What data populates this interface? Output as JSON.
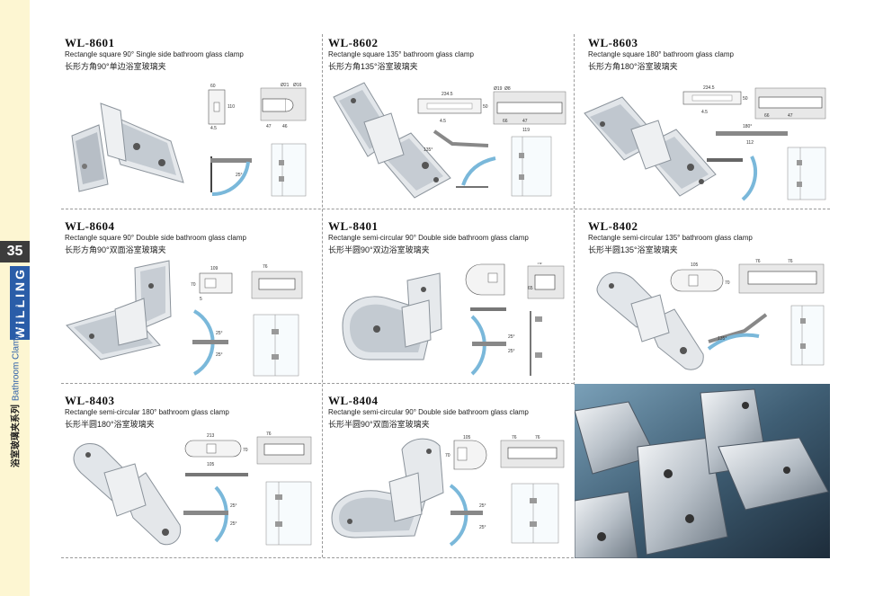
{
  "page_number": "35",
  "brand": "WILLING",
  "series_cn": "浴室玻璃夹系列",
  "series_en": "Bathroom Clamp Series",
  "products": [
    {
      "code": "WL-8601",
      "desc_en": "Rectangle square  90° Single side bathroom glass clamp",
      "desc_cn": "长形方角90°单边浴室玻璃夹"
    },
    {
      "code": "WL-8602",
      "desc_en": "Rectangle square 135° bathroom glass clamp",
      "desc_cn": "长形方角135°浴室玻璃夹"
    },
    {
      "code": "WL-8603",
      "desc_en": "Rectangle square 180° bathroom glass clamp",
      "desc_cn": "长形方角180°浴室玻璃夹"
    },
    {
      "code": "WL-8604",
      "desc_en": "Rectangle square  90° Double side bathroom glass clamp",
      "desc_cn": "长形方角90°双面浴室玻璃夹"
    },
    {
      "code": "WL-8401",
      "desc_en": "Rectangle semi-circular  90° Double side bathroom glass clamp",
      "desc_cn": "长形半圆90°双边浴室玻璃夹"
    },
    {
      "code": "WL-8402",
      "desc_en": "Rectangle semi-circular 135° bathroom glass clamp",
      "desc_cn": "长形半圆135°浴室玻璃夹"
    },
    {
      "code": "WL-8403",
      "desc_en": "Rectangle semi-circular 180° bathroom glass clamp",
      "desc_cn": "长形半圆180°浴室玻璃夹"
    },
    {
      "code": "WL-8404",
      "desc_en": "Rectangle semi-circular  90° Double side bathroom glass clamp",
      "desc_cn": "长形半圆90°双面浴室玻璃夹"
    }
  ],
  "dims": {
    "d8601": [
      "60",
      "110",
      "4.5",
      "47",
      "46",
      "Ø21",
      "Ø16",
      "25°"
    ],
    "d8602": [
      "234.5",
      "50",
      "4.5",
      "Ø19",
      "Ø8",
      "66",
      "47",
      "119",
      "135°"
    ],
    "d8603": [
      "234.5",
      "50",
      "4.5",
      "66",
      "47",
      "112",
      "180°"
    ],
    "d8604": [
      "109",
      "70",
      "5",
      "76",
      "25°"
    ],
    "d8401": [
      "76",
      "65",
      "25°"
    ],
    "d8402": [
      "105",
      "70",
      "76",
      "135°"
    ],
    "d8403": [
      "213",
      "70",
      "105",
      "76",
      "25°"
    ],
    "d8404": [
      "105",
      "70",
      "76",
      "25°"
    ]
  },
  "colors": {
    "spine": "#fdf6d2",
    "brand_blue": "#2a5da8",
    "chrome": "#c9ced4",
    "glass": "#a9d4ea"
  }
}
